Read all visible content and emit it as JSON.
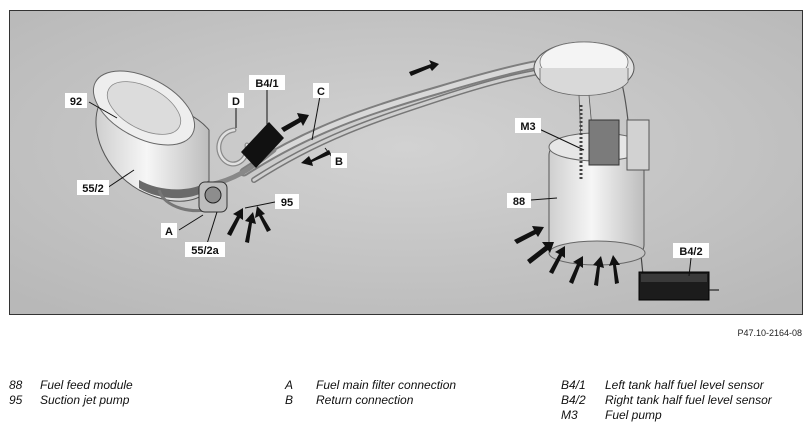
{
  "diagram": {
    "callouts": {
      "c92": "92",
      "cD": "D",
      "cB41": "B4/1",
      "cC": "C",
      "cM3": "M3",
      "cB": "B",
      "c552": "55/2",
      "c95": "95",
      "c88": "88",
      "cA": "A",
      "c552a": "55/2a",
      "cB42": "B4/2"
    }
  },
  "reference": "P47.10-2164-08",
  "legend": {
    "col1": [
      {
        "code": "88",
        "text": "Fuel feed module"
      },
      {
        "code": "95",
        "text": "Suction jet pump"
      }
    ],
    "col2": [
      {
        "code": "A",
        "text": "Fuel main filter connection"
      },
      {
        "code": "B",
        "text": "Return connection"
      }
    ],
    "col3": [
      {
        "code": "B4/1",
        "text": "Left tank half fuel level sensor"
      },
      {
        "code": "B4/2",
        "text": "Right tank half fuel level sensor"
      },
      {
        "code": "M3",
        "text": "Fuel pump"
      }
    ]
  }
}
